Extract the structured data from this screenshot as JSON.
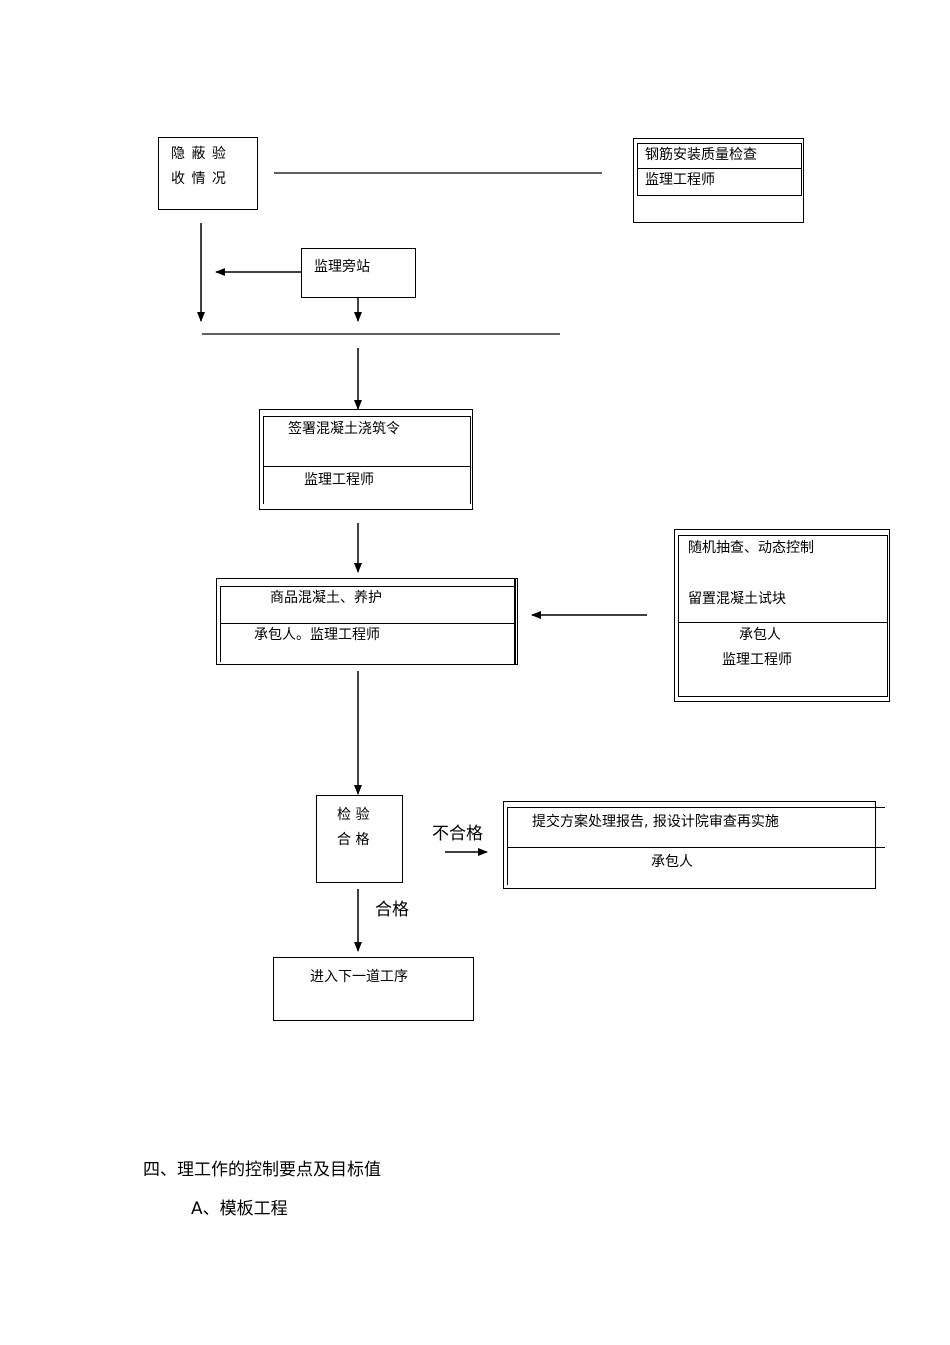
{
  "flow": {
    "hidden_inspection": {
      "line1": "隐  蔽  验",
      "line2": "收 情  况"
    },
    "rebar_check": {
      "title": "钢筋安装质量检查",
      "role": "监理工程师"
    },
    "supervision_side": {
      "label": "监理旁站"
    },
    "pour_order": {
      "title": "签署混凝土浇筑令",
      "role": "监理工程师"
    },
    "commercial_concrete": {
      "title": "商品混凝土、养护",
      "role": "承包人。监理工程师"
    },
    "random_check": {
      "line1": "随机抽查、动态控制",
      "line2": "留置混凝土试块",
      "role1": "承包人",
      "role2": "监理工程师"
    },
    "inspection": {
      "line1": "检  验",
      "line2": "合  格"
    },
    "fail_label": "不合格",
    "pass_label": "合格",
    "report": {
      "title": "提交方案处理报告, 报设计院审查再实施",
      "role": "承包人"
    },
    "next_step": {
      "label": "进入下一道工序"
    }
  },
  "sections": {
    "heading": "四、理工作的控制要点及目标值",
    "sub": "A、模板工程"
  }
}
